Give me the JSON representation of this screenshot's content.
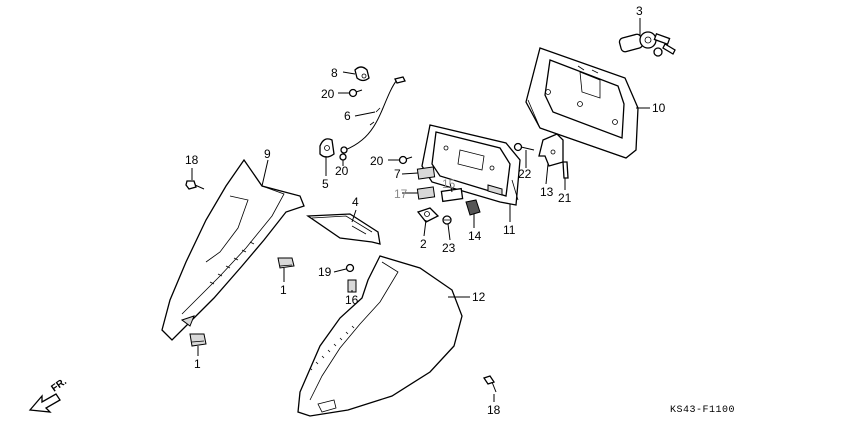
{
  "diagram_code": "KS43-F1100",
  "front_label": "FR.",
  "callouts": [
    {
      "id": "c3",
      "text": "3"
    },
    {
      "id": "c8",
      "text": "8"
    },
    {
      "id": "c20a",
      "text": "20"
    },
    {
      "id": "c6",
      "text": "6"
    },
    {
      "id": "c10",
      "text": "10"
    },
    {
      "id": "c18a",
      "text": "18"
    },
    {
      "id": "c9",
      "text": "9"
    },
    {
      "id": "c5",
      "text": "5"
    },
    {
      "id": "c20b",
      "text": "20"
    },
    {
      "id": "c20c",
      "text": "20"
    },
    {
      "id": "c7",
      "text": "7"
    },
    {
      "id": "c15",
      "text": "15"
    },
    {
      "id": "c17",
      "text": "17"
    },
    {
      "id": "c22",
      "text": "22"
    },
    {
      "id": "c13",
      "text": "13"
    },
    {
      "id": "c21",
      "text": "21"
    },
    {
      "id": "c4",
      "text": "4"
    },
    {
      "id": "c11",
      "text": "11"
    },
    {
      "id": "c2",
      "text": "2"
    },
    {
      "id": "c14",
      "text": "14"
    },
    {
      "id": "c23",
      "text": "23"
    },
    {
      "id": "c1a",
      "text": "1"
    },
    {
      "id": "c19",
      "text": "19"
    },
    {
      "id": "c16",
      "text": "16"
    },
    {
      "id": "c12",
      "text": "12"
    },
    {
      "id": "c1b",
      "text": "1"
    },
    {
      "id": "c18b",
      "text": "18"
    }
  ]
}
